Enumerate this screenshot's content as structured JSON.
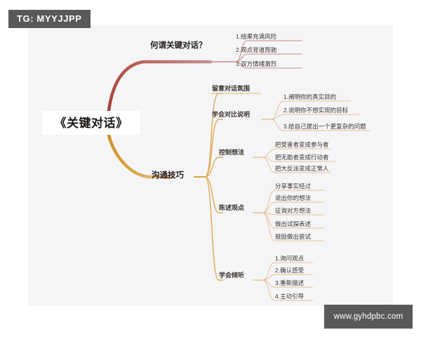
{
  "watermarks": {
    "tg_badge": "TG: MYYJJPP",
    "site": "www.gyhdpbc.com"
  },
  "colors": {
    "background": "#ffffff",
    "canvas": "#f5f5f7",
    "branch_red": "#b5564a",
    "branch_red_light": "#c9888a",
    "branch_gold": "#d9a441",
    "branch_gold_light": "#e2c089",
    "text": "#2e2a27",
    "badge_bg": "#595959"
  },
  "mindmap": {
    "central": "《关键对话》",
    "branches": [
      {
        "label": "何谓关键对话？",
        "color": "#b5564a",
        "children": [
          {
            "label": "1.结果充满风险",
            "children": []
          },
          {
            "label": "2.观点背道而驰",
            "children": []
          },
          {
            "label": "3.双方情绪激烈",
            "children": []
          }
        ]
      },
      {
        "label": "沟通技巧",
        "color": "#d9a441",
        "children": [
          {
            "label": "留意对话氛围",
            "children": []
          },
          {
            "label": "学会对比说明",
            "children": [
              "1.阐明你的真实目的",
              "2.说明你不想实现的目标",
              "3.给自己提出一个更复杂的问题"
            ]
          },
          {
            "label": "控制想法",
            "children": [
              "把受害者变成参与者",
              "把无助者变成行动者",
              "把大反派变成正常人"
            ]
          },
          {
            "label": "陈述观点",
            "children": [
              "分享事实经过",
              "说出你的想法",
              "征询对方想法",
              "做出试探表述",
              "鼓励做出尝试"
            ]
          },
          {
            "label": "学会倾听",
            "children": [
              "1.询问观点",
              "2.确认感受",
              "3.重新描述",
              "4.主动引导"
            ]
          }
        ]
      }
    ]
  }
}
